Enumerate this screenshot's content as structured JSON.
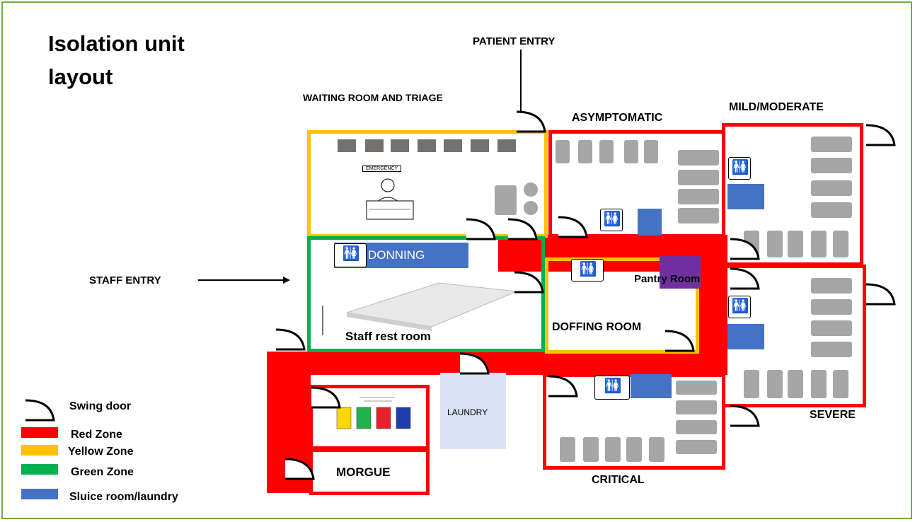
{
  "title": "Isolation unit layout",
  "labels": {
    "patient_entry": "PATIENT ENTRY",
    "waiting_room": "WAITING ROOM AND TRIAGE",
    "asymptomatic": "ASYMPTOMATIC",
    "mild_moderate": "MILD/MODERATE",
    "staff_entry": "STAFF ENTRY",
    "donning": "DONNING",
    "pantry_room": "Pantry Room",
    "doffing_room": "DOFFING ROOM",
    "staff_rest_room": "Staff rest room",
    "laundry": "LAUNDRY",
    "severe": "SEVERE",
    "morgue": "MORGUE",
    "critical": "CRITICAL",
    "emergency_sign": "EMERGENCY"
  },
  "legend": [
    {
      "label": "Swing door",
      "kind": "door"
    },
    {
      "label": "Red Zone",
      "color": "#ff0000"
    },
    {
      "label": "Yellow Zone",
      "color": "#ffc000"
    },
    {
      "label": "Green Zone",
      "color": "#00b050"
    },
    {
      "label": "Sluice room/laundry",
      "color": "#4472c4"
    }
  ],
  "colors": {
    "red": "#ff0000",
    "yellow": "#ffc000",
    "green": "#00b050",
    "blue": "#4472c4",
    "pantry": "#7030a0",
    "laundry": "#dae3f3"
  }
}
